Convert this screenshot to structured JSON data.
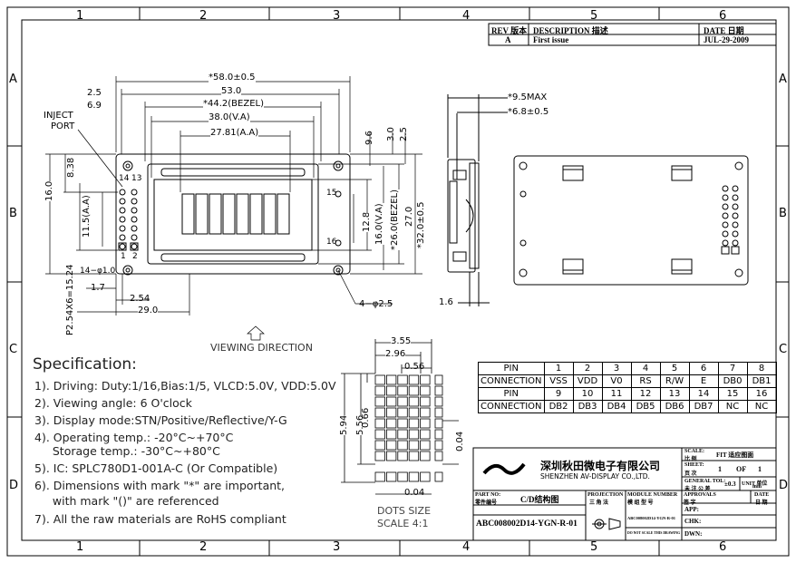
{
  "frame": {
    "cols": [
      "1",
      "2",
      "3",
      "4",
      "5",
      "6"
    ],
    "rows": [
      "A",
      "B",
      "C",
      "D"
    ]
  },
  "revision": {
    "headers": {
      "rev": "REV 版本",
      "desc": "DESCRIPTION 描述",
      "date": "DATE 日期"
    },
    "row": {
      "rev": "A",
      "desc": "First issue",
      "date": "JUL-29-2009"
    }
  },
  "dimensions": {
    "d58": "*58.0±0.5",
    "d53": "53.0",
    "d44": "*44.2(BEZEL)",
    "d38": "38.0(V.A)",
    "d2781": "27.81(A.A)",
    "d25": "2.5",
    "d69": "6.9",
    "inject": "INJECT",
    "port": "PORT",
    "d838": "8.38",
    "d16": "16.0",
    "d115": "11.5(A.A)",
    "d1524": "P2.54X6=15.24",
    "d14": "14−φ1.0",
    "d17": "1.7",
    "d254": "2.54",
    "d29": "29.0",
    "d96": "9.6",
    "d30": "3.0",
    "d25b": "2.5",
    "d128": "12.8",
    "d160va": "16.0(V.A)",
    "d260bezel": "*26.0(BEZEL)",
    "d270": "27.0",
    "d320": "*32.0±0.5",
    "hole": "4−φ2.5",
    "d95": "*9.5MAX",
    "d68": "*6.8±0.5",
    "d16side": "1.6",
    "pin14": "14",
    "pin13": "13",
    "pin1": "1",
    "pin2": "2",
    "pin15": "15",
    "pin16": "16",
    "viewing": "VIEWING DIRECTION"
  },
  "dots": {
    "d355": "3.55",
    "d296": "2.96",
    "d056": "0.56",
    "d594": "5.94",
    "d556": "5.56",
    "d066": "0.66",
    "d004a": "0.04",
    "d004b": "0.04",
    "label1": "DOTS SIZE",
    "label2": "SCALE 4:1"
  },
  "spec": {
    "title": "Specification:",
    "lines": [
      "1). Driving: Duty:1/16,Bias:1/5, VLCD:5.0V, VDD:5.0V",
      "2). Viewing angle: 6 O'clock",
      "3). Display mode:STN/Positive/Reflective/Y-G",
      "4). Operating temp.: -20°C~+70°C",
      "     Storage temp.: -30°C~+80°C",
      "5). IC: SPLC780D1-001A-C (Or Compatible)",
      "6). Dimensions with mark \"*\" are important,",
      "     with mark \"()\" are referenced",
      "7). All the raw materials are RoHS compliant"
    ]
  },
  "pins": {
    "row1_label": "PIN",
    "row1": [
      "1",
      "2",
      "3",
      "4",
      "5",
      "6",
      "7",
      "8"
    ],
    "row2_label": "CONNECTION",
    "row2": [
      "VSS",
      "VDD",
      "V0",
      "RS",
      "R/W",
      "E",
      "DB0",
      "DB1"
    ],
    "row3_label": "PIN",
    "row3": [
      "9",
      "10",
      "11",
      "12",
      "13",
      "14",
      "15",
      "16"
    ],
    "row4_label": "CONNECTION",
    "row4": [
      "DB2",
      "DB3",
      "DB4",
      "DB5",
      "DB6",
      "DB7",
      "NC",
      "NC"
    ]
  },
  "titleblock": {
    "company_cn": "深圳秋田微电子有限公司",
    "company_en": "SHENZHEN AV-DISPLAY CO.,LTD.",
    "scale_label": "SCALE:",
    "scale_cn": "比 例",
    "scale_value": "FIT 适应图面",
    "sheet_label": "SHEET:",
    "sheet_cn": "页 次",
    "sheet_value": "1",
    "sheet_of": "OF",
    "sheet_total": "1",
    "tol_label": "GENERAL TOL:",
    "tol_cn": "未 注 公 差",
    "tol_value": "±0.3",
    "unit_label": "UNIT 单位",
    "unit_value": "mm",
    "partno_label": "PART NO:",
    "partno_cn": "零件编号",
    "partname": "C/D结构图",
    "projection_label": "PROJECTION",
    "projection_cn": "三 角 法",
    "module_label": "MODULE NUMBER",
    "module_cn": "模 组 型 号",
    "module_value": "ABC008002D14-YGN-R-01",
    "approvals_label": "APPROVALS",
    "approvals_cn": "签 字",
    "date_label": "DATE",
    "date_cn": "日 期",
    "partno_value": "ABC008002D14-YGN-R-01",
    "app": "APP:",
    "chk": "CHK:",
    "dwn": "DWN:",
    "noscale": "DO NOT SCALE THIS DRAWING"
  }
}
